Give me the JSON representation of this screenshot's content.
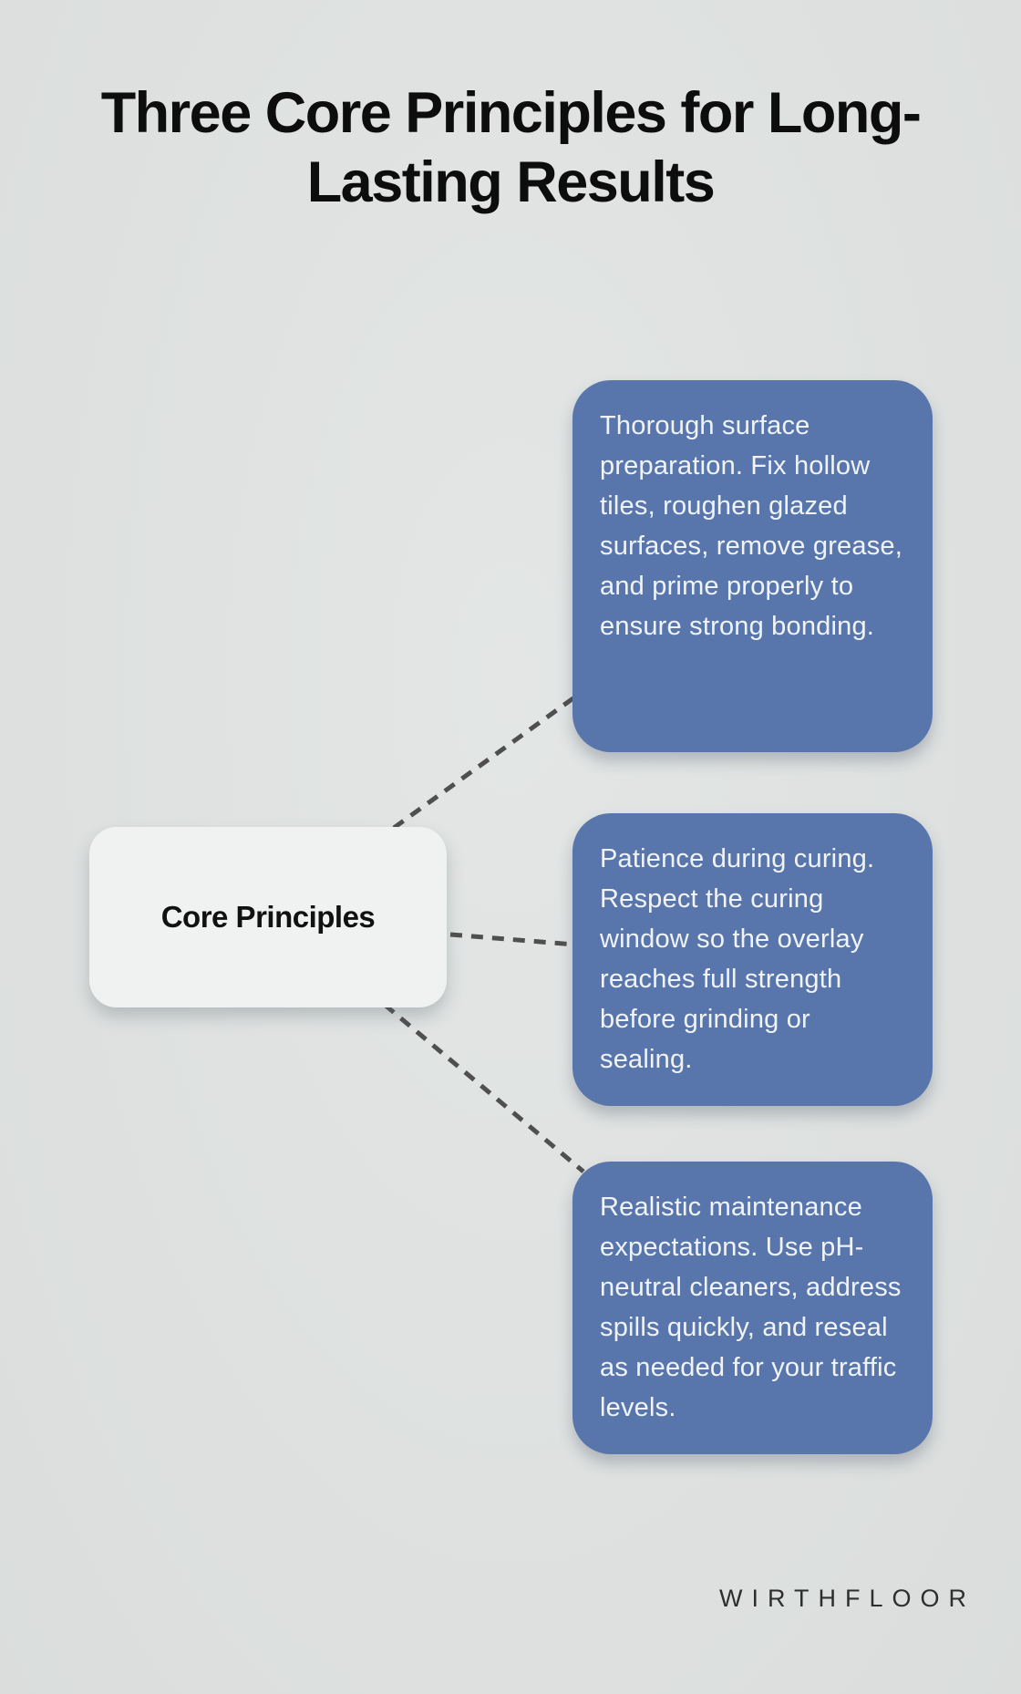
{
  "title": {
    "line1": "Three Core Principles for Long-",
    "line2": "Lasting Results"
  },
  "center_node": {
    "label": "Core Principles"
  },
  "principles": [
    {
      "text": "Thorough surface preparation. Fix hollow tiles, roughen glazed surfaces, remove grease, and prime properly to ensure strong bonding."
    },
    {
      "text": "Patience during curing. Respect the curing window so the overlay reaches full strength before grinding or sealing."
    },
    {
      "text": "Realistic maintenance expectations. Use pH-neutral cleaners, address spills quickly, and reseal as needed for your traffic levels."
    }
  ],
  "brand": "WIRTHFLOOR",
  "colors": {
    "background": "#dee1e0",
    "principle_box": "#5876ac",
    "principle_text": "#f0f3f7",
    "center_node_bg": "#f0f2f1",
    "title_text": "#0d0d0d",
    "connector_dash": "#4f4f4f",
    "brand_text": "#2e2e2e"
  }
}
